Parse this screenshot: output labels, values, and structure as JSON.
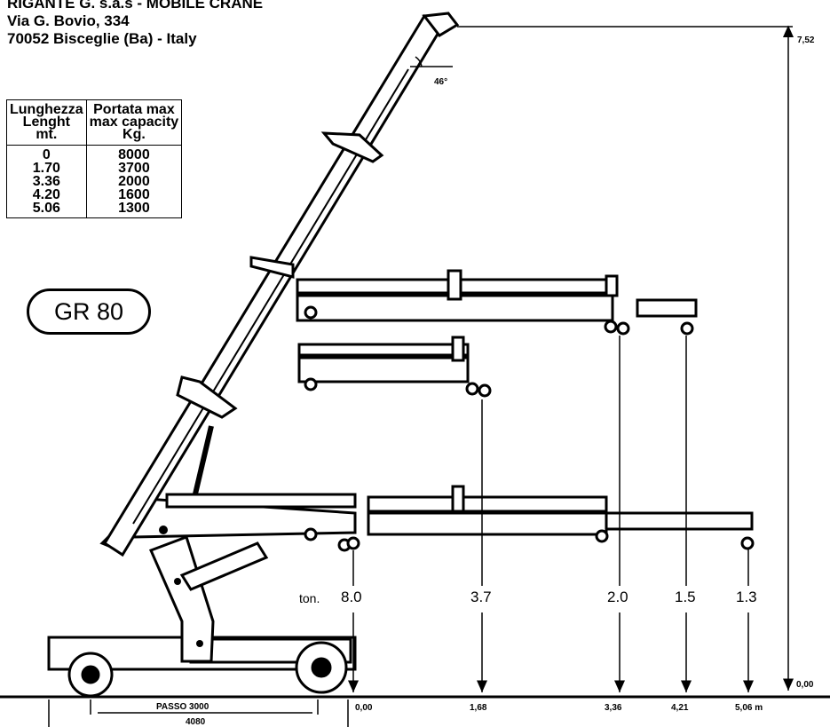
{
  "header": {
    "line1": "RIGANTE G. s.a.s - MOBILE CRANE",
    "line2": "Via G. Bovio, 334",
    "line3": "70052 Bisceglie (Ba) - Italy"
  },
  "table": {
    "col1_header": [
      "Lunghezza",
      "Lenght",
      "mt."
    ],
    "col2_header": [
      "Portata max",
      "max capacity",
      "Kg."
    ],
    "rows": [
      {
        "length": "0",
        "capacity": "8000"
      },
      {
        "length": "1.70",
        "capacity": "3700"
      },
      {
        "length": "3.36",
        "capacity": "2000"
      },
      {
        "length": "4.20",
        "capacity": "1600"
      },
      {
        "length": "5.06",
        "capacity": "1300"
      }
    ]
  },
  "model": "GR 80",
  "angle_label": "46°",
  "height_label": "7,52",
  "ground_label": "0,00",
  "loads": {
    "prefix": "ton.",
    "values": [
      "8.0",
      "3.7",
      "2.0",
      "1.5",
      "1.3"
    ]
  },
  "ticks": [
    "0,00",
    "1,68",
    "3,36",
    "4,21",
    "5,06 m"
  ],
  "passo_label": "PASSO  3000",
  "length_label": "4080"
}
